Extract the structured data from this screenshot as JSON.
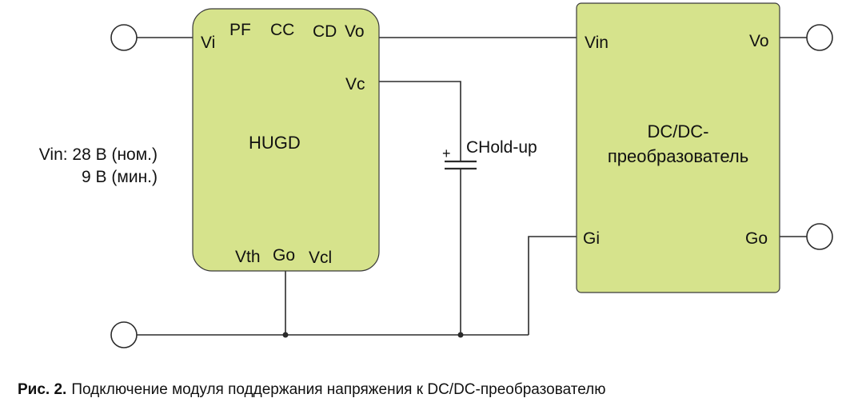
{
  "colors": {
    "block_fill": "#d6e38c",
    "wire": "#2b2b2b"
  },
  "hugd": {
    "title": "HUGD",
    "pins": {
      "vi": "Vi",
      "pf": "PF",
      "cc": "CC",
      "cd": "CD",
      "vo": "Vo",
      "vc": "Vc",
      "vth": "Vth",
      "go": "Go",
      "vcl": "Vcl"
    }
  },
  "converter": {
    "title_line1": "DC/DC-",
    "title_line2": "преобразователь",
    "pins": {
      "vin": "Vin",
      "vo": "Vo",
      "gi": "Gi",
      "go": "Go"
    }
  },
  "capacitor": {
    "label": "CHold-up",
    "polarity": "+"
  },
  "input_note": {
    "line1": "Vin: 28 В (ном.)",
    "line2": "9 В (мин.)"
  },
  "caption": {
    "number": "Рис. 2.",
    "text": "Подключение модуля поддержания напряжения к DC/DC-преобразователю"
  }
}
